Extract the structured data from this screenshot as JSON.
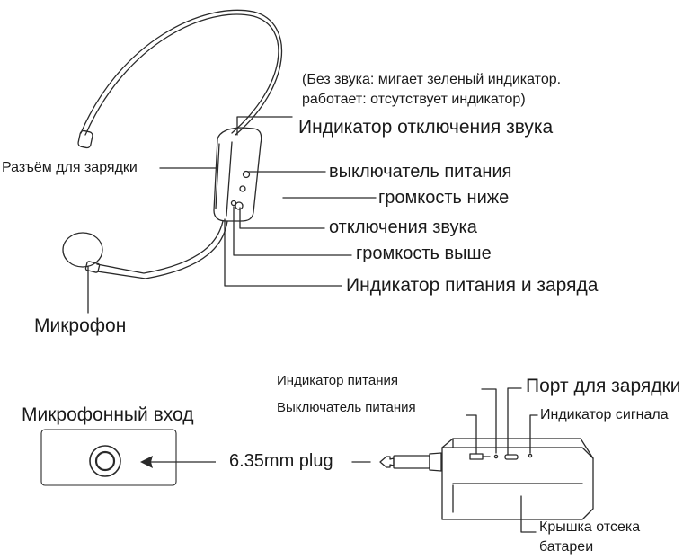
{
  "headset": {
    "mute_note_line1": "(Без звука: мигает зеленый индикатор.",
    "mute_note_line2": "работает: отсутствует индикатор)",
    "mute_indicator": "Индикатор отключения звука",
    "charging_port": "Разъём для зарядки",
    "power_switch": "выключатель питания",
    "volume_down": "громкость ниже",
    "mute": "отключения звука",
    "volume_up": "громкость выше",
    "power_charge_indicator": "Индикатор питания и заряда",
    "microphone": "Микрофон"
  },
  "receiver": {
    "mic_input": "Микрофонный вход",
    "plug": "6.35mm plug",
    "power_indicator": "Индикатор питания",
    "power_switch": "Выключатель питания",
    "charging_port": "Порт для зарядки",
    "signal_indicator": "Индикатор сигнала",
    "battery_cover_line1": "Крышка отсека",
    "battery_cover_line2": "батареи"
  }
}
